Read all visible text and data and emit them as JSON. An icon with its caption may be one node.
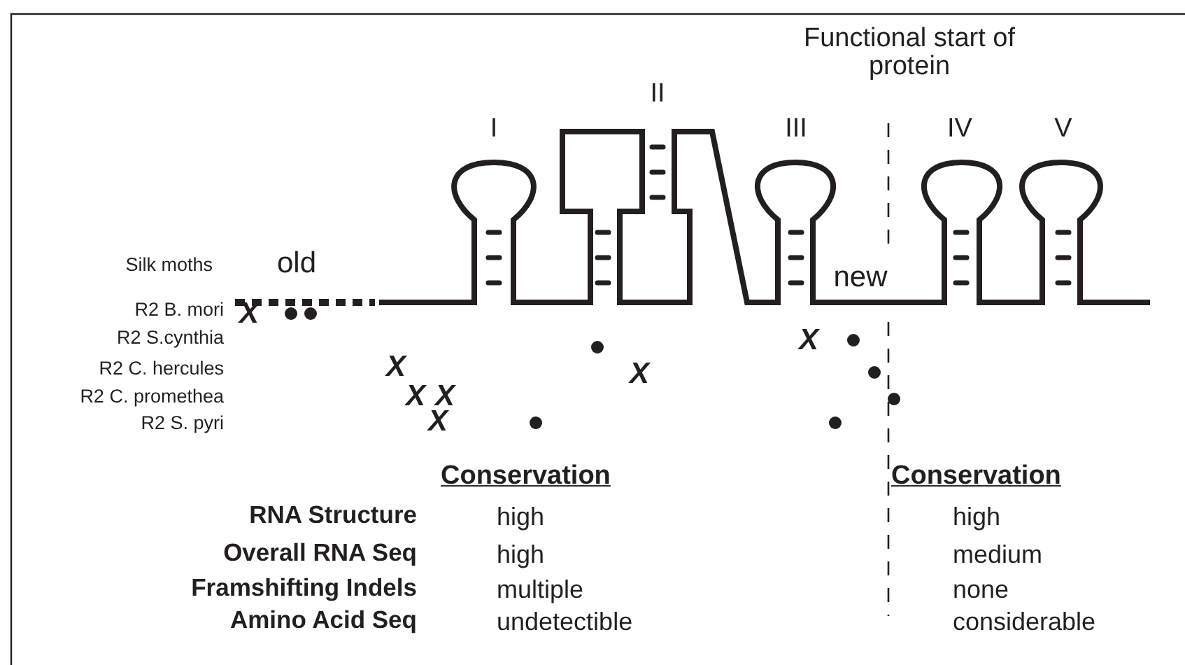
{
  "diagram": {
    "labels": [
      "Functional start of protein",
      "II",
      "I",
      "III",
      "IV",
      "V",
      "Silk moths",
      "old",
      "new",
      "R2 B. mori",
      "X",
      "R2 S.cynthia",
      "X",
      "R2 C. hercules",
      "X",
      "X",
      "R2 C. promethea",
      "X",
      "X",
      "R2 S. pyri",
      "X",
      "Conservation",
      "Conservation",
      "RNA Structure",
      "high",
      "high",
      "Overall RNA Seq",
      "high",
      "medium",
      "Framshifting Indels",
      "multiple",
      "none",
      "Amino Acid Seq",
      "undetectible",
      "considerable"
    ]
  }
}
